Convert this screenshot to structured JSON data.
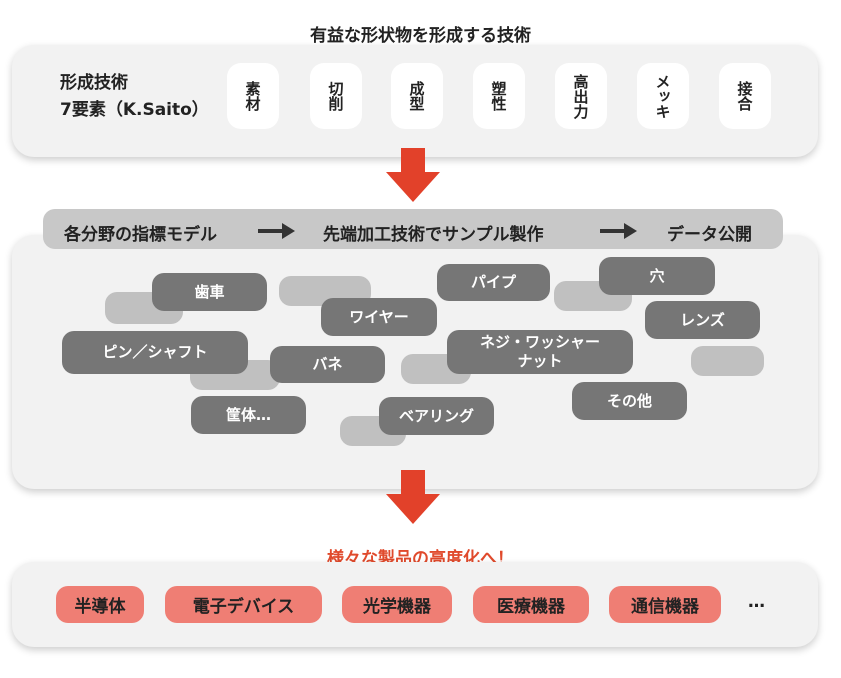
{
  "header": {
    "title": "有益な形状物を形成する技術"
  },
  "technologies": {
    "label_line1": "形成技術",
    "label_line2": "7要素（K.Saito）",
    "items": [
      "素材",
      "切削",
      "成型",
      "塑性",
      "高出力",
      "メッキ",
      "接合"
    ]
  },
  "flow": {
    "steps": [
      "各分野の指標モデル",
      "先端加工技術でサンプル製作",
      "データ公開"
    ]
  },
  "parts": {
    "items": [
      "歯車",
      "パイプ",
      "穴",
      "ワイヤー",
      "レンズ",
      "ピン／シャフト",
      "バネ",
      "ネジ・ワッシャー\nナット",
      "その他",
      "筐体…",
      "ベアリング"
    ]
  },
  "products": {
    "title": "様々な製品の高度化へ！",
    "items": [
      "半導体",
      "電子デバイス",
      "光学機器",
      "医療機器",
      "通信機器"
    ],
    "more": "…"
  },
  "colors": {
    "arrow_red": "#e2412a",
    "product_pill": "#ef7e74",
    "dark_pill": "#767676",
    "light_pill": "#c0c0c0",
    "accent_text": "#e04a2c"
  }
}
